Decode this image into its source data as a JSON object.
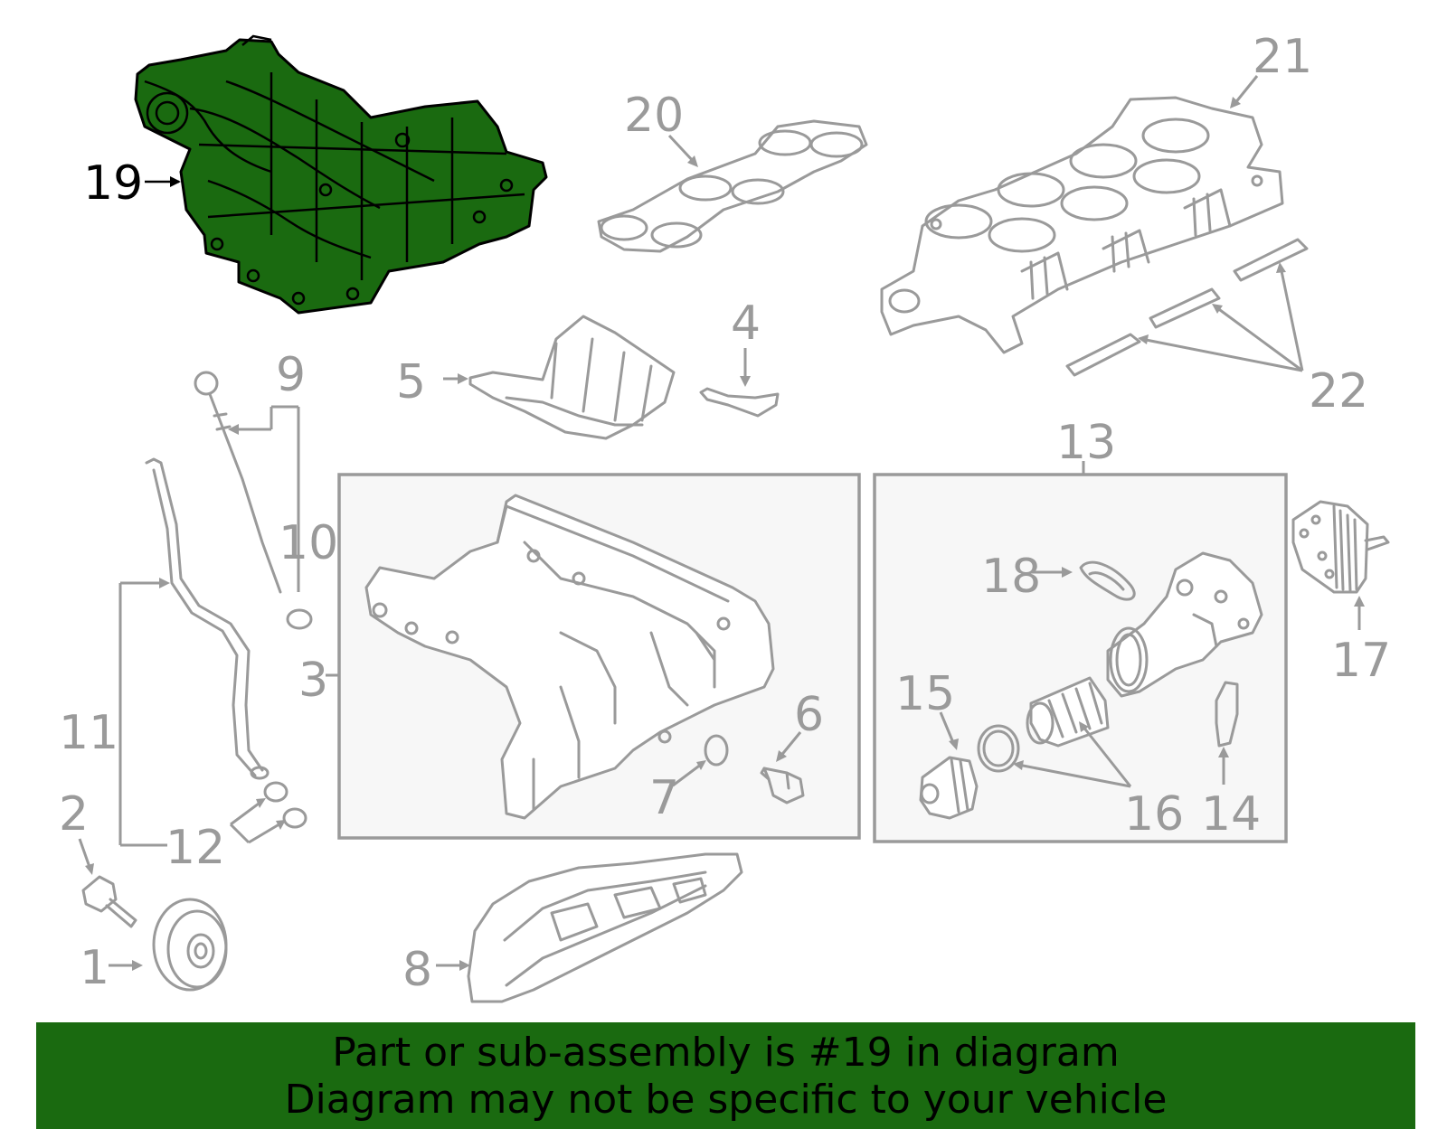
{
  "diagram": {
    "highlighted_part": "19",
    "labels": {
      "l1": "1",
      "l2": "2",
      "l3": "3",
      "l4": "4",
      "l5": "5",
      "l6": "6",
      "l7": "7",
      "l8": "8",
      "l9": "9",
      "l10": "10",
      "l11": "11",
      "l12": "12",
      "l13": "13",
      "l14": "14",
      "l15": "15",
      "l16": "16",
      "l17": "17",
      "l18": "18",
      "l19": "19",
      "l20": "20",
      "l21": "21",
      "l22": "22"
    },
    "colors": {
      "highlight": "#1a6a10",
      "line": "#9a9a9a",
      "box_fill": "#f7f7f7"
    }
  },
  "banner": {
    "line1": "Part or sub-assembly is #19 in diagram",
    "line2": "Diagram may not be specific to your vehicle"
  }
}
